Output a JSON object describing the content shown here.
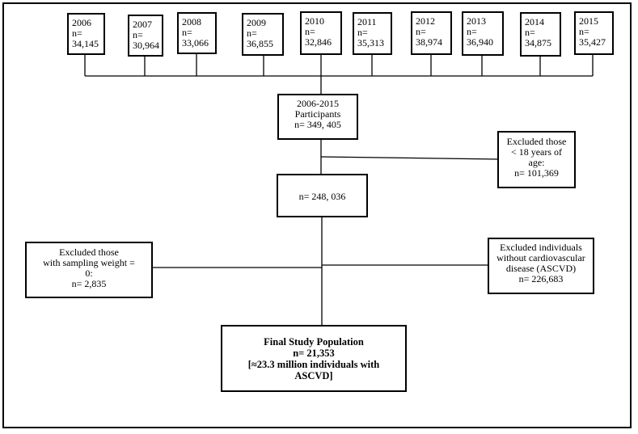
{
  "years": [
    {
      "year": "2006",
      "n_label": "n=",
      "count": "34,145"
    },
    {
      "year": "2007",
      "n_label": "n=",
      "count": "30,964"
    },
    {
      "year": "2008",
      "n_label": "n=",
      "count": "33,066"
    },
    {
      "year": "2009",
      "n_label": "n=",
      "count": "36,855"
    },
    {
      "year": "2010",
      "n_label": "n=",
      "count": "32,846"
    },
    {
      "year": "2011",
      "n_label": "n=",
      "count": "35,313"
    },
    {
      "year": "2012",
      "n_label": "n=",
      "count": "38,974"
    },
    {
      "year": "2013",
      "n_label": "n=",
      "count": "36,940"
    },
    {
      "year": "2014",
      "n_label": "n=",
      "count": "34,875"
    },
    {
      "year": "2015",
      "n_label": "n=",
      "count": "35,427"
    }
  ],
  "participants": {
    "line1": "2006-2015",
    "line2": "Participants",
    "line3": "n= 349, 405"
  },
  "exclusion_age": {
    "line1": "Excluded those",
    "line2": "< 18 years of",
    "line3": "age:",
    "line4": "n= 101,369"
  },
  "after_age": {
    "line1": "n= 248, 036"
  },
  "exclusion_weight": {
    "line1": "Excluded those",
    "line2": "with  sampling weight =",
    "line3": "0:",
    "line4": "n= 2,835"
  },
  "exclusion_ascvd": {
    "line1": "Excluded individuals",
    "line2": "without cardiovascular",
    "line3": "disease (ASCVD)",
    "line4": "n= 226,683"
  },
  "final": {
    "line1": "Final Study Population",
    "line2": "n= 21,353",
    "line3": "[≈23.3 million individuals with",
    "line4": "ASCVD]"
  },
  "colors": {
    "line": "#000000",
    "box_fill": "#ffffff"
  }
}
